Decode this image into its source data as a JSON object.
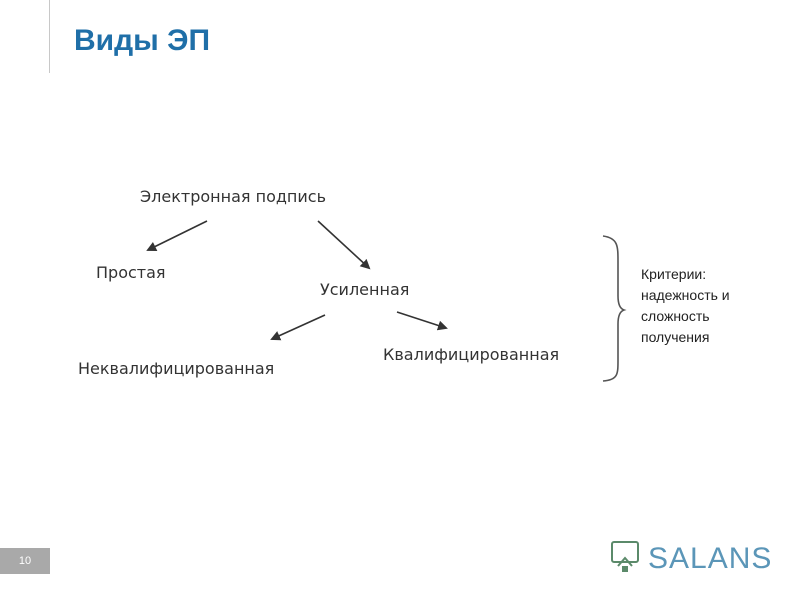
{
  "slide": {
    "title": "Виды ЭП",
    "page_number": "10"
  },
  "diagram": {
    "root": "Электронная подпись",
    "simple": "Простая",
    "enhanced": "Усиленная",
    "unqualified": "Неквалифицированная",
    "qualified": "Квалифицированная"
  },
  "criteria": {
    "lines": [
      "Критерии:",
      "надежность и",
      "сложность",
      "получения"
    ]
  },
  "logo": {
    "text": "SALANS",
    "color": "#5b96b8"
  },
  "colors": {
    "title": "#1f6fa8",
    "arrow": "#333333",
    "brace": "#555555"
  }
}
